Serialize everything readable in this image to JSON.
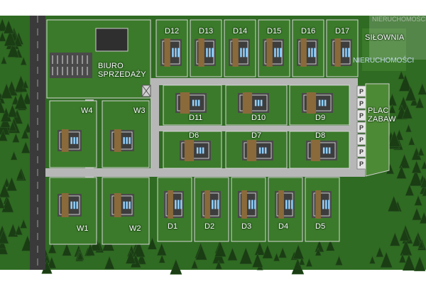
{
  "map": {
    "areas": {
      "sales_office": "BIURO\nSPRZEDAŻY",
      "gym": "SIŁOWNIA",
      "playground": "PLAC\nZABAW"
    },
    "parking_letter": "P",
    "parking_spots": 7,
    "houses": {
      "top_row": [
        "D12",
        "D13",
        "D14",
        "D15",
        "D16",
        "D17"
      ],
      "middle_upper": [
        "D11",
        "D10",
        "D9"
      ],
      "middle_lower": [
        "D6",
        "D7",
        "D8"
      ],
      "bottom_row": [
        "D1",
        "D2",
        "D3",
        "D4",
        "D5"
      ],
      "west_upper": [
        "W4",
        "W3"
      ],
      "west_lower": [
        "W1",
        "W2"
      ]
    },
    "watermark": {
      "line1": "NIERUCHOMOŚCI",
      "line2": "NIERUCHOMOŚCI"
    },
    "colors": {
      "grass": "#2f6b22",
      "dark_grass": "#1f4d17",
      "road": "#b7b7b7",
      "asphalt": "#3a3a3a",
      "roof": "#3d3d3d",
      "wood": "#8a6a3a",
      "tree": "#1a3d14",
      "label": "#ffffff"
    }
  }
}
